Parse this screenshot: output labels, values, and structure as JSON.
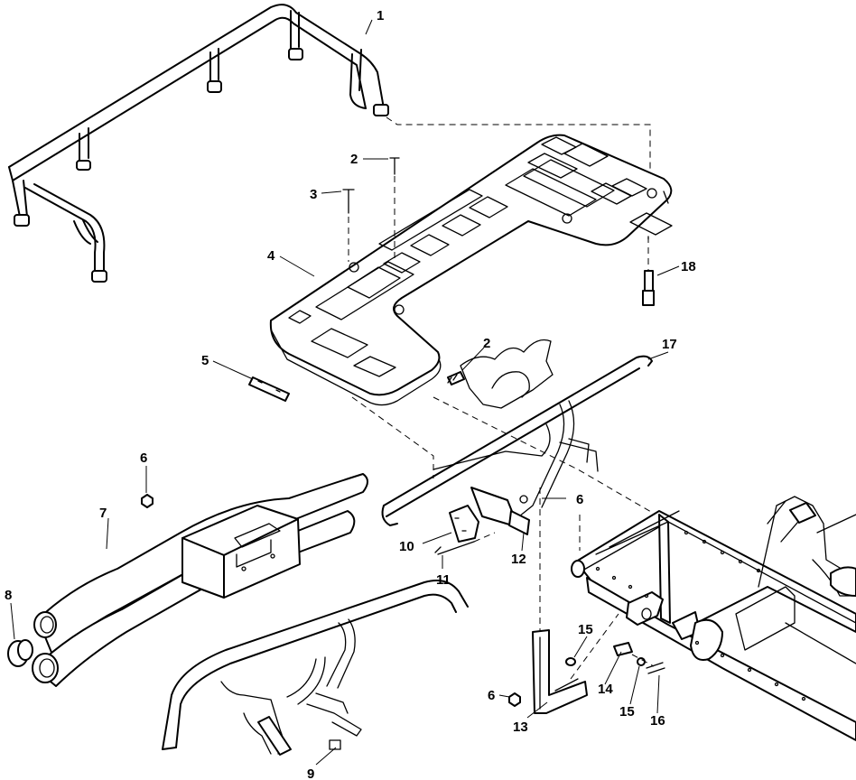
{
  "callouts": {
    "c1": "1",
    "c2a": "2",
    "c2b": "2",
    "c3": "3",
    "c4": "4",
    "c5": "5",
    "c6a": "6",
    "c6b": "6",
    "c6c": "6",
    "c7": "7",
    "c8": "8",
    "c9": "9",
    "c10": "10",
    "c11": "11",
    "c12": "12",
    "c13": "13",
    "c14": "14",
    "c15a": "15",
    "c15b": "15",
    "c16": "16",
    "c17": "17",
    "c18": "18"
  }
}
